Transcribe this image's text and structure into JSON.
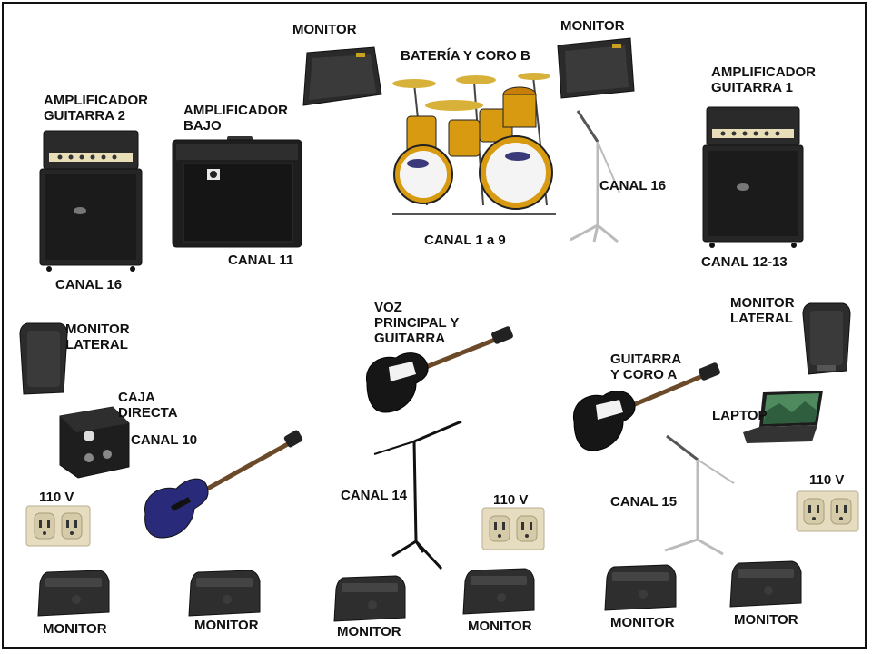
{
  "labels": {
    "monitor_top_left": "MONITOR",
    "monitor_top_right": "MONITOR",
    "drums": "BATERÍA Y CORO B",
    "amp_guitar2": "AMPLIFICADOR\nGUITARRA 2",
    "amp_bass": "AMPLIFICADOR\nBAJO",
    "amp_guitar1": "AMPLIFICADOR\nGUITARRA 1",
    "canal_16_mic": "CANAL 16",
    "canal_16_amp": "CANAL 16",
    "canal_11": "CANAL 11",
    "canal_1_9": "CANAL 1 a 9",
    "canal_12_13": "CANAL 12-13",
    "monitor_lateral_left": "MONITOR\nLATERAL",
    "monitor_lateral_right": "MONITOR\nLATERAL",
    "voz_principal": "VOZ\nPRINCIPAL Y\nGUITARRA",
    "guitarra_coro_a": "GUITARRA\nY CORO A",
    "caja_directa": "CAJA\nDIRECTA",
    "canal_10": "CANAL 10",
    "laptop": "LAPTOP",
    "canal_14": "CANAL 14",
    "canal_15": "CANAL 15",
    "v110_left": "110 V",
    "v110_center": "110 V",
    "v110_right": "110 V",
    "monitor_bottom_1": "MONITOR",
    "monitor_bottom_2": "MONITOR",
    "monitor_bottom_3": "MONITOR",
    "monitor_bottom_4": "MONITOR",
    "monitor_bottom_5": "MONITOR",
    "monitor_bottom_6": "MONITOR"
  },
  "icons": {
    "wedge_monitor": "wedge-monitor-icon",
    "floor_monitor": "floor-monitor-icon",
    "amp_stack": "amp-stack-icon",
    "bass_combo": "bass-amp-icon",
    "drum_kit": "drum-kit-icon",
    "mic_stand": "mic-stand-icon",
    "electric_guitar": "electric-guitar-icon",
    "bass_guitar": "bass-guitar-icon",
    "di_box": "di-box-icon",
    "laptop": "laptop-icon",
    "outlet": "power-outlet-icon"
  },
  "colors": {
    "equipment_dark": "#2a2a2a",
    "drum_gold": "#d89a10",
    "outlet_beige": "#e6dcc0",
    "bass_blue": "#2a2a7a",
    "text": "#111111"
  }
}
